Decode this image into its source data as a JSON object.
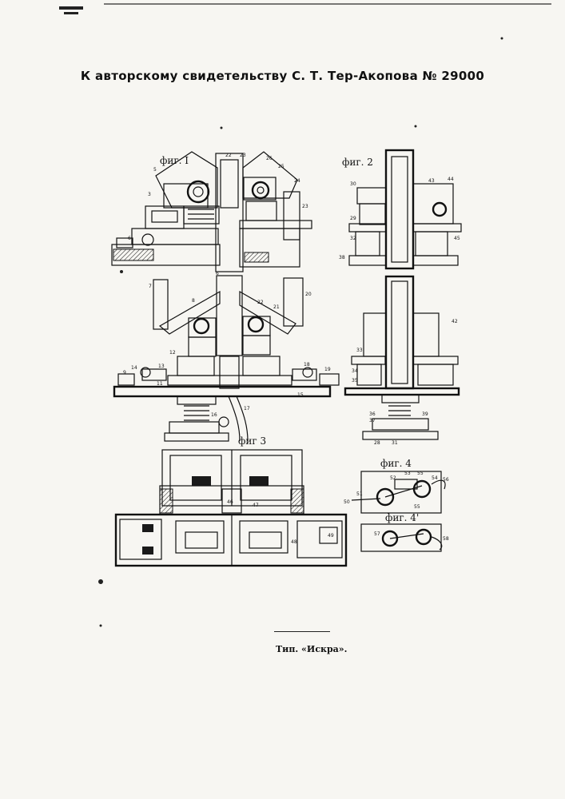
{
  "header": {
    "title": "К авторскому свидетельству С. Т. Тер-Акопова № 29000"
  },
  "figures": {
    "fig1": "фиг. I",
    "fig2": "фиг. 2",
    "fig3": "фиг 3",
    "fig4": "фиг. 4",
    "fig4a": "фиг. 4'"
  },
  "part_numbers": {
    "fig1_top": [
      "5",
      "3",
      "6",
      "2",
      "22",
      "23",
      "24",
      "25",
      "26"
    ],
    "fig1_bottom": [
      "7",
      "8",
      "9",
      "11",
      "12",
      "13",
      "14",
      "15",
      "16",
      "17",
      "18",
      "19",
      "20",
      "21",
      "22"
    ],
    "fig2": [
      "28",
      "29",
      "30",
      "31",
      "32",
      "33",
      "34",
      "35",
      "36",
      "37",
      "38",
      "39",
      "42",
      "43",
      "44",
      "45"
    ],
    "fig3": [
      "46",
      "47",
      "48",
      "49"
    ],
    "fig4": [
      "50",
      "51",
      "52",
      "53",
      "54",
      "55",
      "56",
      "57",
      "58"
    ]
  },
  "footer": {
    "printer": "Тип. «Искра»."
  }
}
